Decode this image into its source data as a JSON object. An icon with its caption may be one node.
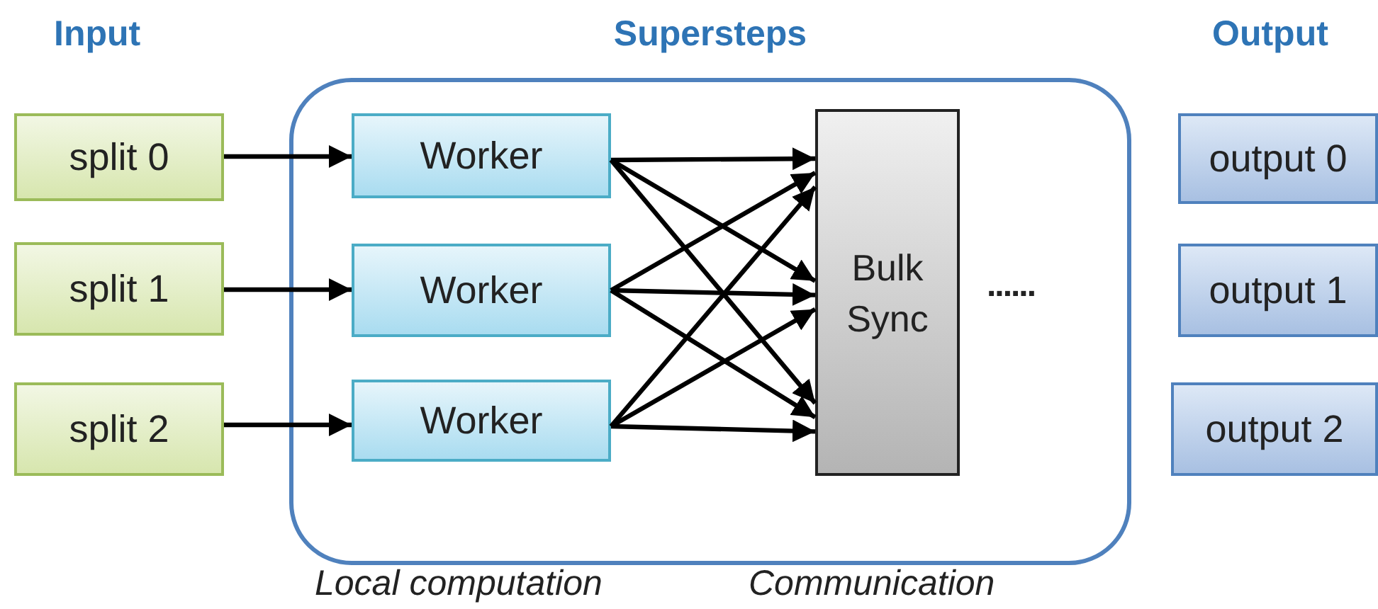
{
  "diagram": {
    "nodes": [
      {
        "text": [
          "split 0"
        ]
      },
      {
        "text": [
          "split 1"
        ]
      },
      {
        "text": [
          "split 2"
        ]
      },
      {
        "text": [
          "Supersteps"
        ]
      },
      {
        "text": [
          "Worker"
        ],
        "in": 3
      },
      {
        "text": [
          "Worker"
        ],
        "in": 3
      },
      {
        "text": [
          "Worker"
        ],
        "in": 3
      },
      {
        "text": [
          "Bulk Sync"
        ],
        "in": 3
      },
      {
        "text": [
          "output 0"
        ]
      },
      {
        "text": [
          "output 1"
        ]
      },
      {
        "text": [
          "output 2"
        ]
      }
    ],
    "edges": [
      {
        "from": 0,
        "to": 4,
        "arrow": "to"
      },
      {
        "from": 1,
        "to": 5,
        "arrow": "to"
      },
      {
        "from": 2,
        "to": 6,
        "arrow": "to"
      },
      {
        "from": 4,
        "to": 7,
        "arrow": "to"
      },
      {
        "from": 4,
        "to": 7,
        "arrow": "to"
      },
      {
        "from": 4,
        "to": 7,
        "arrow": "to"
      },
      {
        "from": 5,
        "to": 7,
        "arrow": "to"
      },
      {
        "from": 5,
        "to": 7,
        "arrow": "to"
      },
      {
        "from": 5,
        "to": 7,
        "arrow": "to"
      },
      {
        "from": 6,
        "to": 7,
        "arrow": "to"
      },
      {
        "from": 6,
        "to": 7,
        "arrow": "to"
      },
      {
        "from": 6,
        "to": 7,
        "arrow": "to"
      }
    ],
    "labels": [
      "Input",
      "Output",
      "......",
      "Local computation",
      "Communication"
    ]
  }
}
